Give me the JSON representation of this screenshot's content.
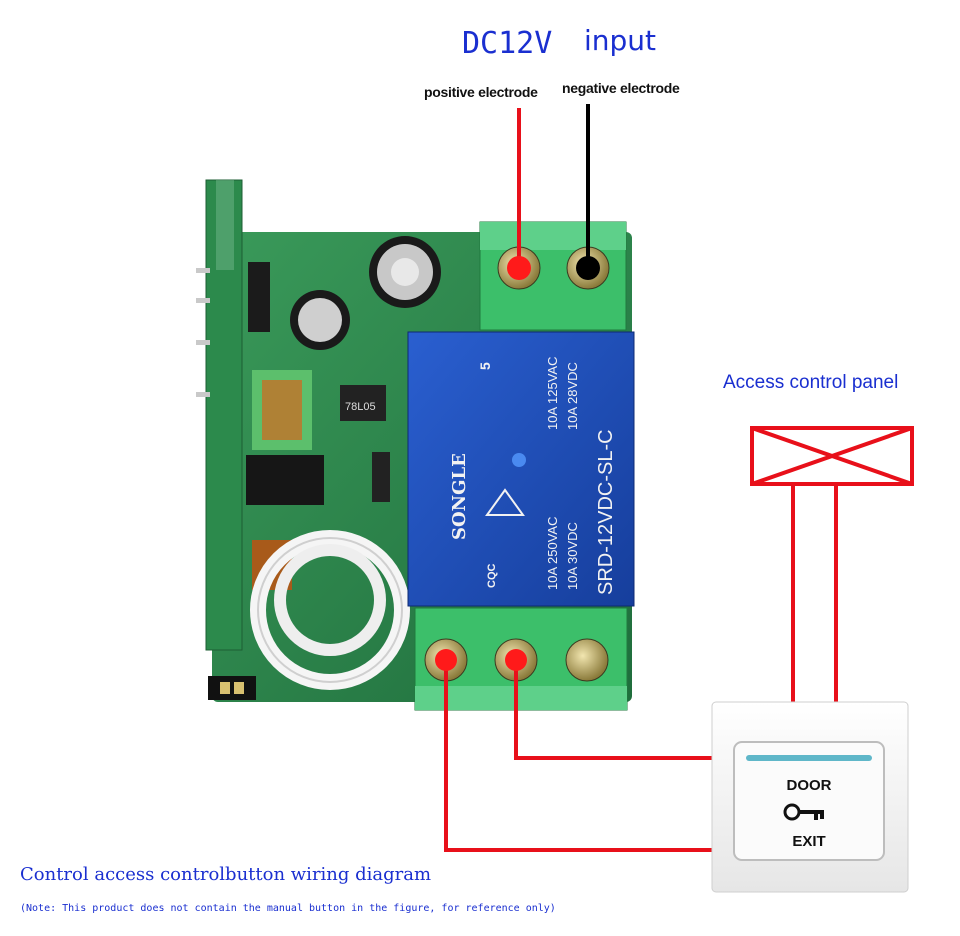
{
  "header": {
    "voltage": "DC12V",
    "input_word": "input"
  },
  "labels": {
    "positive_electrode": "positive electrode",
    "negative_electrode": "negative electrode",
    "access_control_panel": "Access control panel"
  },
  "relay": {
    "brand": "SONGLE",
    "model": "SRD-12VDC-SL-C",
    "number": "5",
    "ratings": [
      "10A 250VAC",
      "10A 30VDC",
      "10A 125VAC",
      "10A 28VDC"
    ],
    "cert_mark": "CQC",
    "regulator": "78L05"
  },
  "exit_button": {
    "top_text": "DOOR",
    "bottom_text": "EXIT"
  },
  "footer": {
    "caption": "Control access controlbutton wiring diagram",
    "note": "(Note: This product does not contain the manual button in the figure, for reference only)"
  },
  "colors": {
    "title_blue": "#1a2fd0",
    "wire_red": "#e8101a",
    "wire_black": "#000000",
    "pcb_green": "#2f8a4e",
    "terminal_green": "#3cbf6a",
    "relay_blue": "#1f4bb8"
  }
}
